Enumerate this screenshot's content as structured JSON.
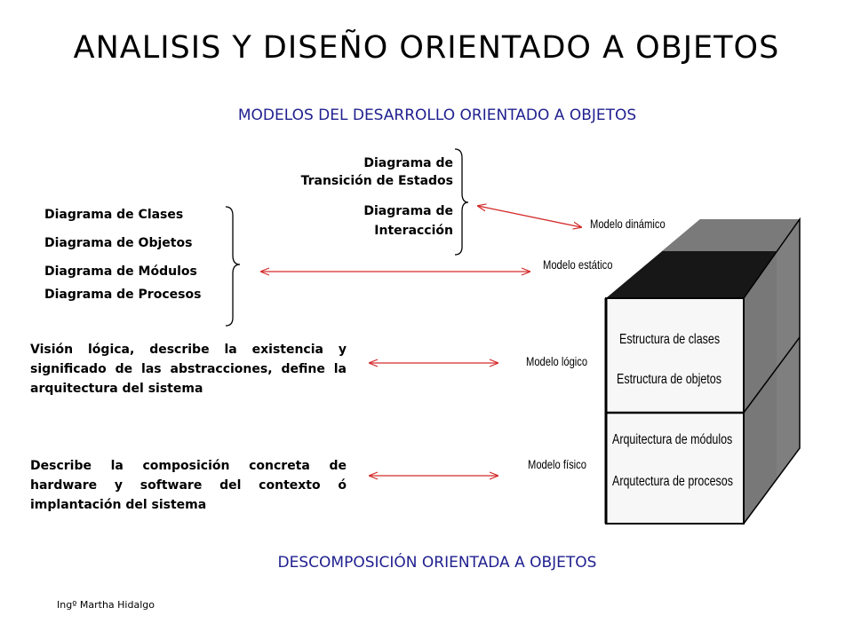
{
  "title": "ANALISIS Y DISEÑO ORIENTADO A OBJETOS",
  "subtitle_top": "MODELOS DEL DESARROLLO ORIENTADO A OBJETOS",
  "subtitle_bottom": "DESCOMPOSICIÓN ORIENTADA A OBJETOS",
  "static_diagrams": [
    "Diagrama de Clases",
    "Diagrama de Objetos",
    "Diagrama de Módulos",
    "Diagrama de Procesos"
  ],
  "dynamic_diagrams": [
    {
      "line1": "Diagrama de",
      "line2": "Transición de Estados"
    },
    {
      "line1": "Diagrama de",
      "line2": "Interacción"
    }
  ],
  "logical_description": "Visión lógica, describe la existencia y significado de las abstracciones, define la arquitectura del sistema",
  "physical_description": "Describe la composición concreta de hardware y software del contexto ó implantación del sistema",
  "cube": {
    "dynamic_model": "Modelo dinámico",
    "static_model": "Modelo estático",
    "logical_model": "Modelo lógico",
    "physical_model": "Modelo físico",
    "class_structure": "Estructura de clases",
    "object_structure": "Estructura de objetos",
    "module_architecture": "Arquitectura de módulos",
    "process_architecture": "Arqutectura de procesos"
  },
  "colors": {
    "arrow": "#d42a2a",
    "subtitle": "#1f1f8f"
  },
  "footer": "Ingº Martha Hidalgo"
}
